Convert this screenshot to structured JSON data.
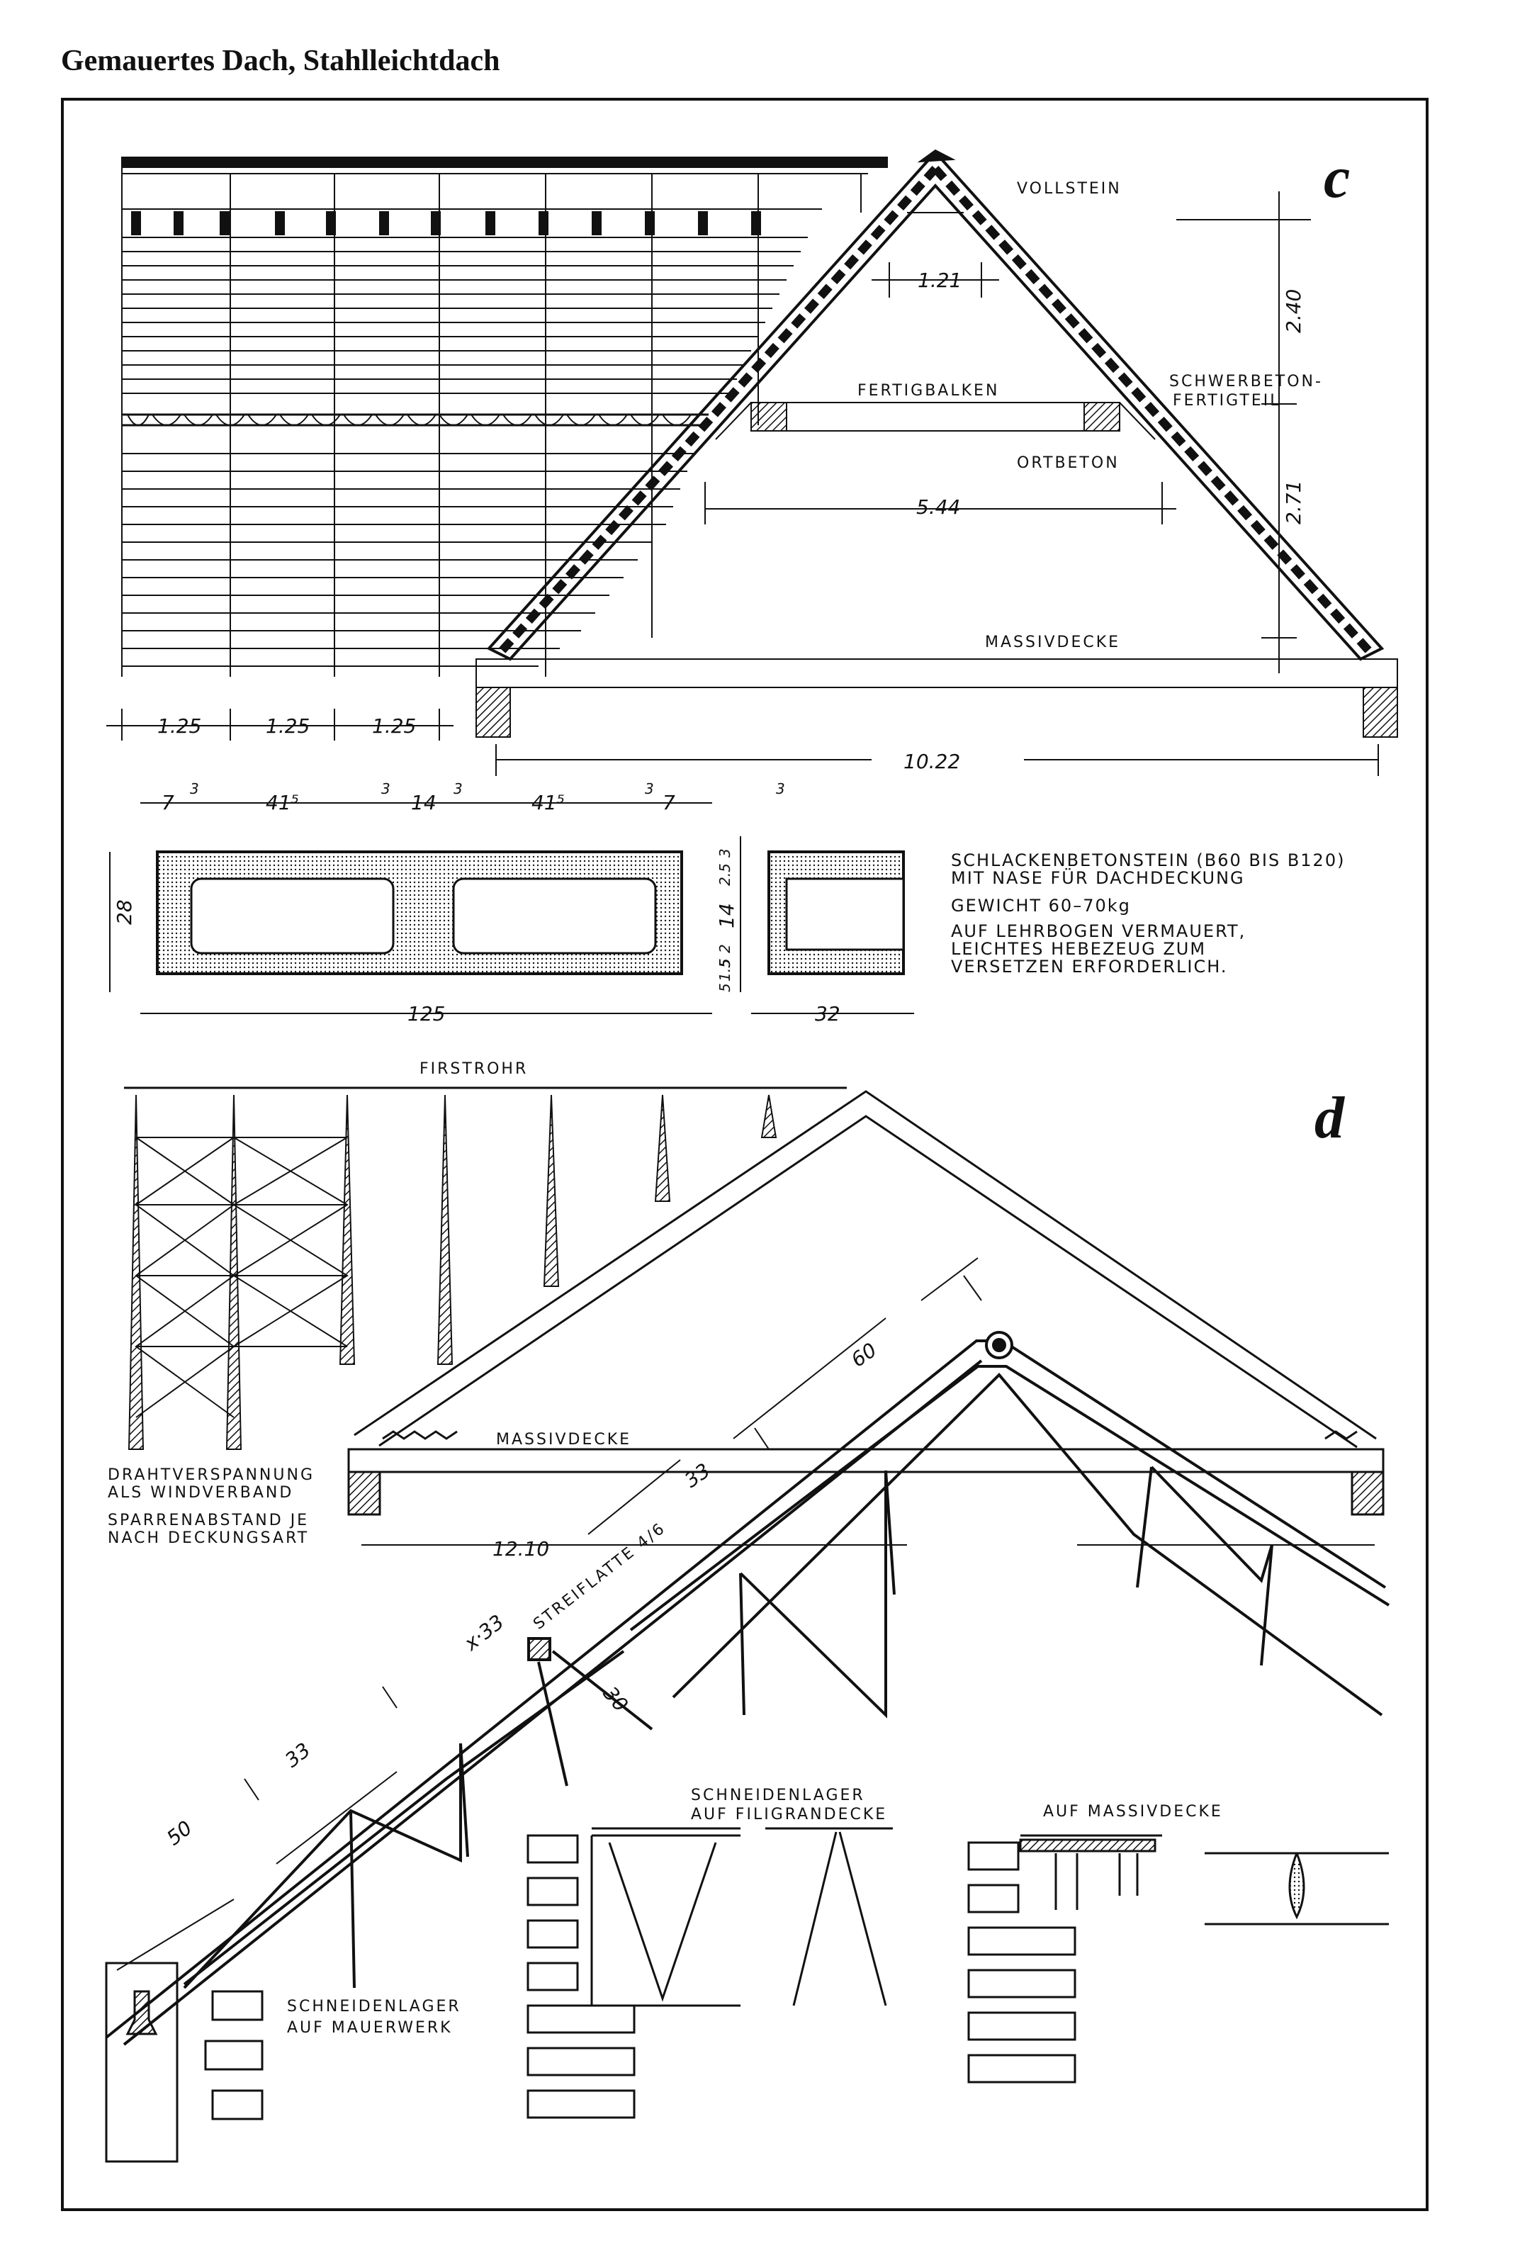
{
  "page_title": "Gemauertes Dach, Stahlleichtdach",
  "section_c": {
    "letter": "c",
    "labels": {
      "vollstein": "VOLLSTEIN",
      "fertigbalken": "FERTIGBALKEN",
      "schwerbeton": "SCHWERBETON-",
      "fertigteil": "FERTIGTEIL",
      "ortbeton": "ORTBETON",
      "massivdecke": "MASSIVDECKE"
    },
    "dims": {
      "d121": "1.21",
      "d240": "2.40",
      "d544": "5.44",
      "d271": "2.71",
      "d1022": "10.22",
      "s1": "1.25",
      "s2": "1.25",
      "s3": "1.25"
    },
    "block": {
      "top_dims": [
        "7",
        "3",
        "41⁵",
        "3",
        "14",
        "3",
        "41⁵",
        "3",
        "7",
        "3"
      ],
      "height": "28",
      "width": "125",
      "side_dims": [
        "3",
        "2.5",
        "14",
        "2",
        "5",
        "1.5",
        "5"
      ],
      "side_width": "32",
      "desc": [
        "SCHLACKENBETONSTEIN (B60 BIS B120)",
        "MIT NASE FÜR DACHDECKUNG",
        "GEWICHT 60–70kg",
        "AUF LEHRBOGEN VERMAUERT,",
        "LEICHTES HEBEZEUG ZUM",
        "VERSETZEN ERFORDERLICH."
      ]
    }
  },
  "section_d": {
    "letter": "d",
    "labels": {
      "firstrohr": "FIRSTROHR",
      "massivdecke": "MASSIVDECKE",
      "draht1": "DRAHTVERSPANNUNG",
      "draht2": "ALS WINDVERBAND",
      "sparren1": "SPARRENABSTAND JE",
      "sparren2": "NACH DECKUNGSART",
      "streiflatte": "STREIFLATTE 4/6",
      "schneiden_filigran1": "SCHNEIDENLAGER",
      "schneiden_filigran2": "AUF FILIGRANDECKE",
      "auf_massivdecke": "AUF MASSIVDECKE",
      "schneiden_mauer1": "SCHNEIDENLAGER",
      "schneiden_mauer2": "AUF MAUERWERK"
    },
    "dims": {
      "d1210": "12.10",
      "d60": "60",
      "d33a": "33",
      "d33b": "33",
      "dx33": "x·33",
      "d30": "30",
      "d50": "50"
    }
  },
  "colors": {
    "ink": "#111111",
    "paper": "#ffffff"
  }
}
